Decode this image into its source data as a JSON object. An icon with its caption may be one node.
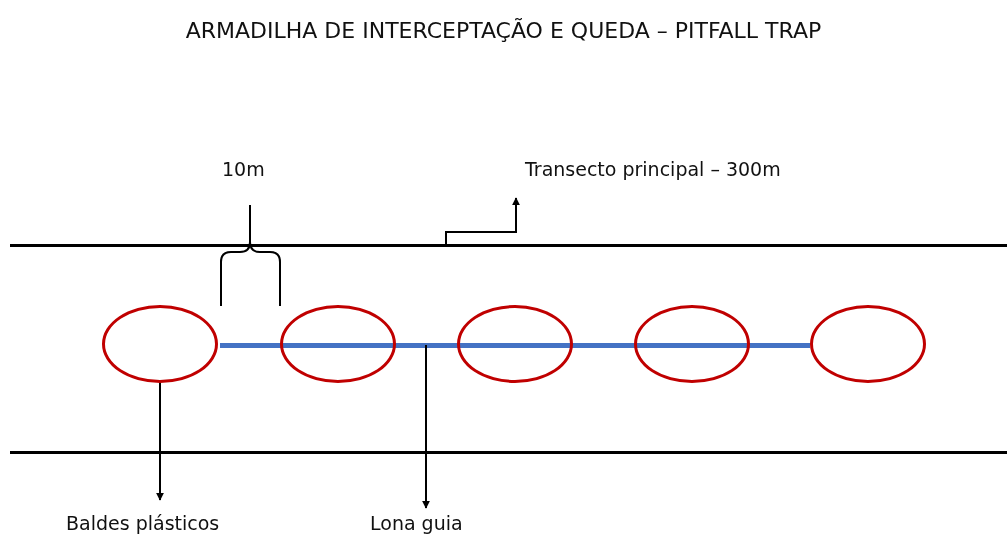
{
  "diagram": {
    "title": "ARMADILHA DE INTERCEPTAÇÃO E QUEDA – PITFALL TRAP",
    "nodes": [
      {
        "text": [],
        "shape": "band"
      },
      {
        "text": [],
        "shape": "circle",
        "in": 0
      },
      {
        "text": [],
        "shape": "circle",
        "in": 0
      },
      {
        "text": [],
        "shape": "circle",
        "in": 0
      },
      {
        "text": [],
        "shape": "circle",
        "in": 0
      },
      {
        "text": [],
        "shape": "circle",
        "in": 0
      },
      {
        "text": [],
        "shape": "bar",
        "in": 0
      },
      {
        "text": [
          "Transecto principal – 300m"
        ]
      },
      {
        "text": [
          "Baldes plásticos"
        ]
      },
      {
        "text": [
          "Lona guia"
        ]
      }
    ],
    "edges": [
      {
        "from": 0,
        "to": 7,
        "arrow": "to"
      },
      {
        "from": 1,
        "to": 8,
        "arrow": "to"
      },
      {
        "from": 6,
        "to": 9,
        "arrow": "to"
      }
    ],
    "labels": [
      "10m"
    ]
  }
}
